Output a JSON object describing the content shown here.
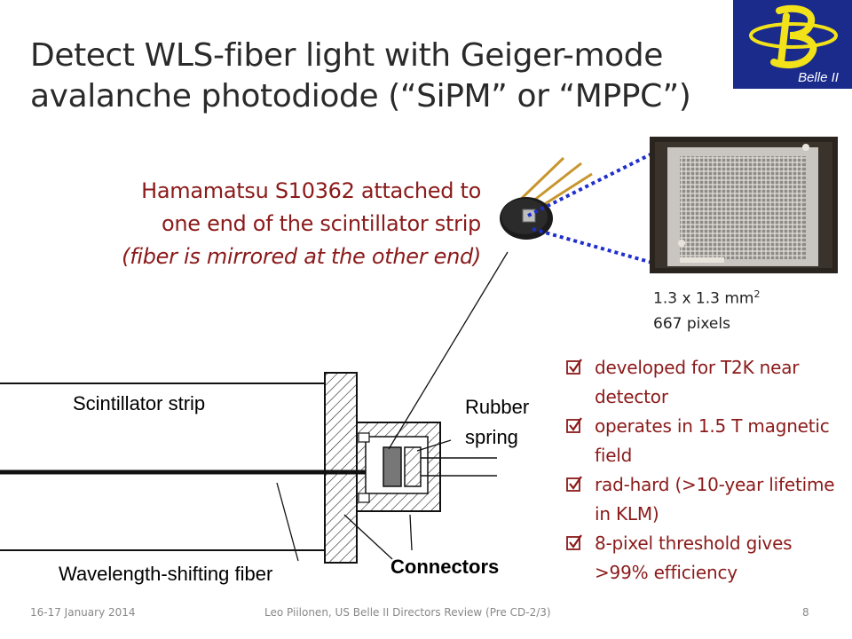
{
  "slide": {
    "title": "Detect WLS-fiber light with Geiger-mode avalanche photodiode (“SiPM” or “MPPC”)",
    "logo": {
      "name": "belle-ii-logo",
      "text": "Belle II",
      "bg_color": "#1a2b8c",
      "accent_color": "#f2e21a"
    },
    "intro": {
      "line1": "Hamamatsu S10362 attached to",
      "line2": "one end of the scintillator strip",
      "note": "(fiber is mirrored at the other end)"
    },
    "chip": {
      "caption_size": "1.3 x 1.3 mm",
      "caption_size_exp": "2",
      "caption_pixels": "667 pixels"
    },
    "diagram": {
      "scintillator_label": "Scintillator strip",
      "rubber_label_1": "Rubber",
      "rubber_label_2": "spring",
      "fiber_label": "Wavelength-shifting fiber",
      "connectors_label": "Connectors"
    },
    "bullets": [
      "developed for T2K near detector",
      "operates in 1.5 T magnetic field",
      "rad-hard (>10-year lifetime in KLM)",
      "8-pixel threshold gives >99% efficiency"
    ],
    "footer": {
      "date": "16-17 January 2014",
      "center": "Leo Piilonen, US Belle II Directors Review (Pre CD-2/3)",
      "page": "8"
    },
    "colors": {
      "title": "#2a2a2a",
      "accent_text": "#8b1a1a",
      "link_dots": "#1f2ecc"
    }
  }
}
